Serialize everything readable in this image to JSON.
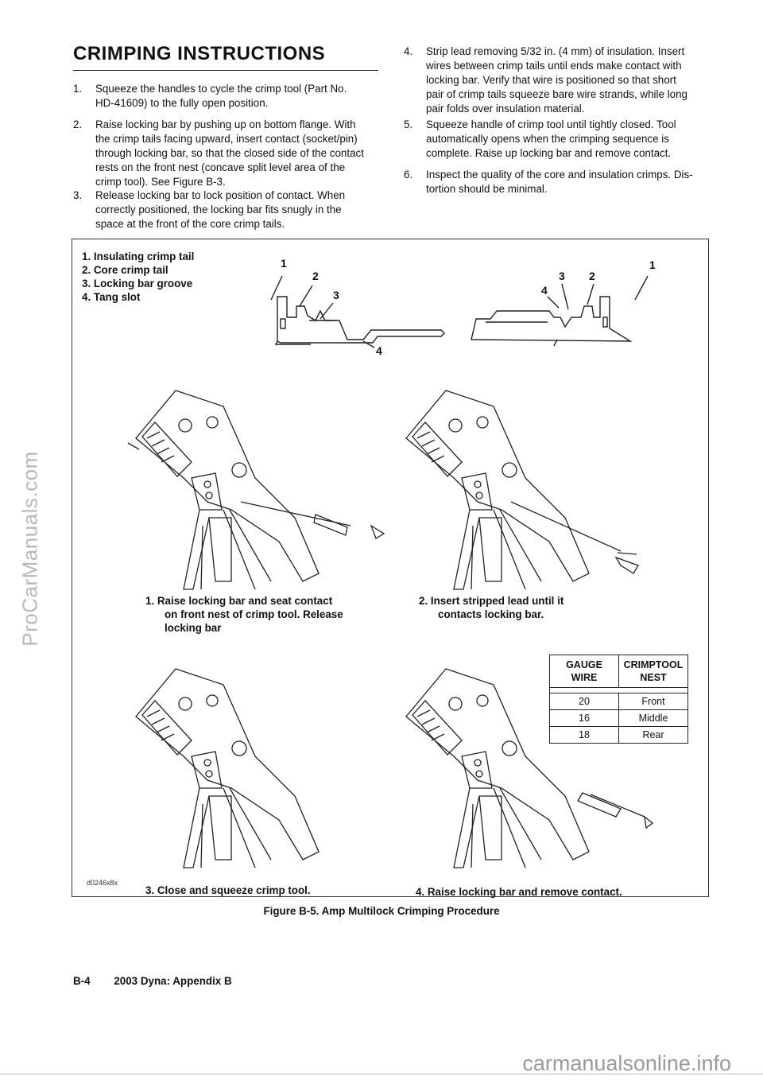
{
  "sidebar": {
    "site": "ProCarManuals.com"
  },
  "heading": {
    "title": "CRIMPING INSTRUCTIONS"
  },
  "steps": [
    {
      "num": "1.",
      "lines": [
        "Squeeze the handles to cycle the crimp tool (Part No.",
        "HD-41609) to the fully open position."
      ]
    },
    {
      "num": "2.",
      "lines": [
        "Raise locking bar by pushing up on bottom flange. With",
        "the crimp tails facing upward, insert contact (socket/pin)",
        "through locking bar, so that the closed side of the contact",
        "rests on the front nest (concave split level area of the",
        "crimp tool). See Figure B-3."
      ]
    },
    {
      "num": "3.",
      "lines": [
        "Release locking bar to lock position of contact. When",
        "correctly positioned, the locking bar fits snugly in the",
        "space at the front of the core crimp tails."
      ]
    },
    {
      "num": "4.",
      "lines": [
        "Strip lead removing 5/32 in. (4 mm) of insulation. Insert",
        "wires between crimp tails until ends make contact with",
        "locking bar. Verify that wire is positioned so that short",
        "pair of crimp tails squeeze bare wire strands, while long",
        "pair folds over insulation material."
      ]
    },
    {
      "num": "5.",
      "lines": [
        "Squeeze handle of crimp tool until tightly closed. Tool",
        "automatically opens when the crimping sequence is",
        "complete. Raise up locking bar and remove contact."
      ]
    },
    {
      "num": "6.",
      "lines": [
        "Inspect the quality of the core and insulation crimps. Dis-",
        "tortion should be minimal."
      ]
    }
  ],
  "figure": {
    "legend": [
      "1.  Insulating crimp tail",
      "2.  Core crimp tail",
      "3.  Locking bar groove",
      "4.  Tang slot"
    ],
    "callouts": {
      "n1": "1",
      "n2": "2",
      "n3": "3",
      "n4": "4"
    },
    "captions": [
      [
        "1.  Raise locking bar and seat contact",
        "on front nest of crimp tool. Release",
        "locking bar"
      ],
      [
        "2.  Insert stripped lead until it",
        "contacts locking bar."
      ],
      [
        "3.  Close and squeeze crimp tool."
      ],
      [
        "4.  Raise locking bar and remove contact."
      ]
    ],
    "code": "d0246x8x",
    "table": {
      "headers": [
        [
          "GAUGE",
          "WIRE"
        ],
        [
          "CRIMPTOOL",
          "NEST"
        ]
      ],
      "rows": [
        [
          "20",
          "Front"
        ],
        [
          "16",
          "Middle"
        ],
        [
          "18",
          "Rear"
        ]
      ]
    },
    "title": "Figure B-5. Amp Multilock Crimping Procedure"
  },
  "footer": {
    "page": "B-4",
    "book": "2003 Dyna: Appendix B"
  },
  "watermark": {
    "text": "carmanualsonline.info"
  }
}
